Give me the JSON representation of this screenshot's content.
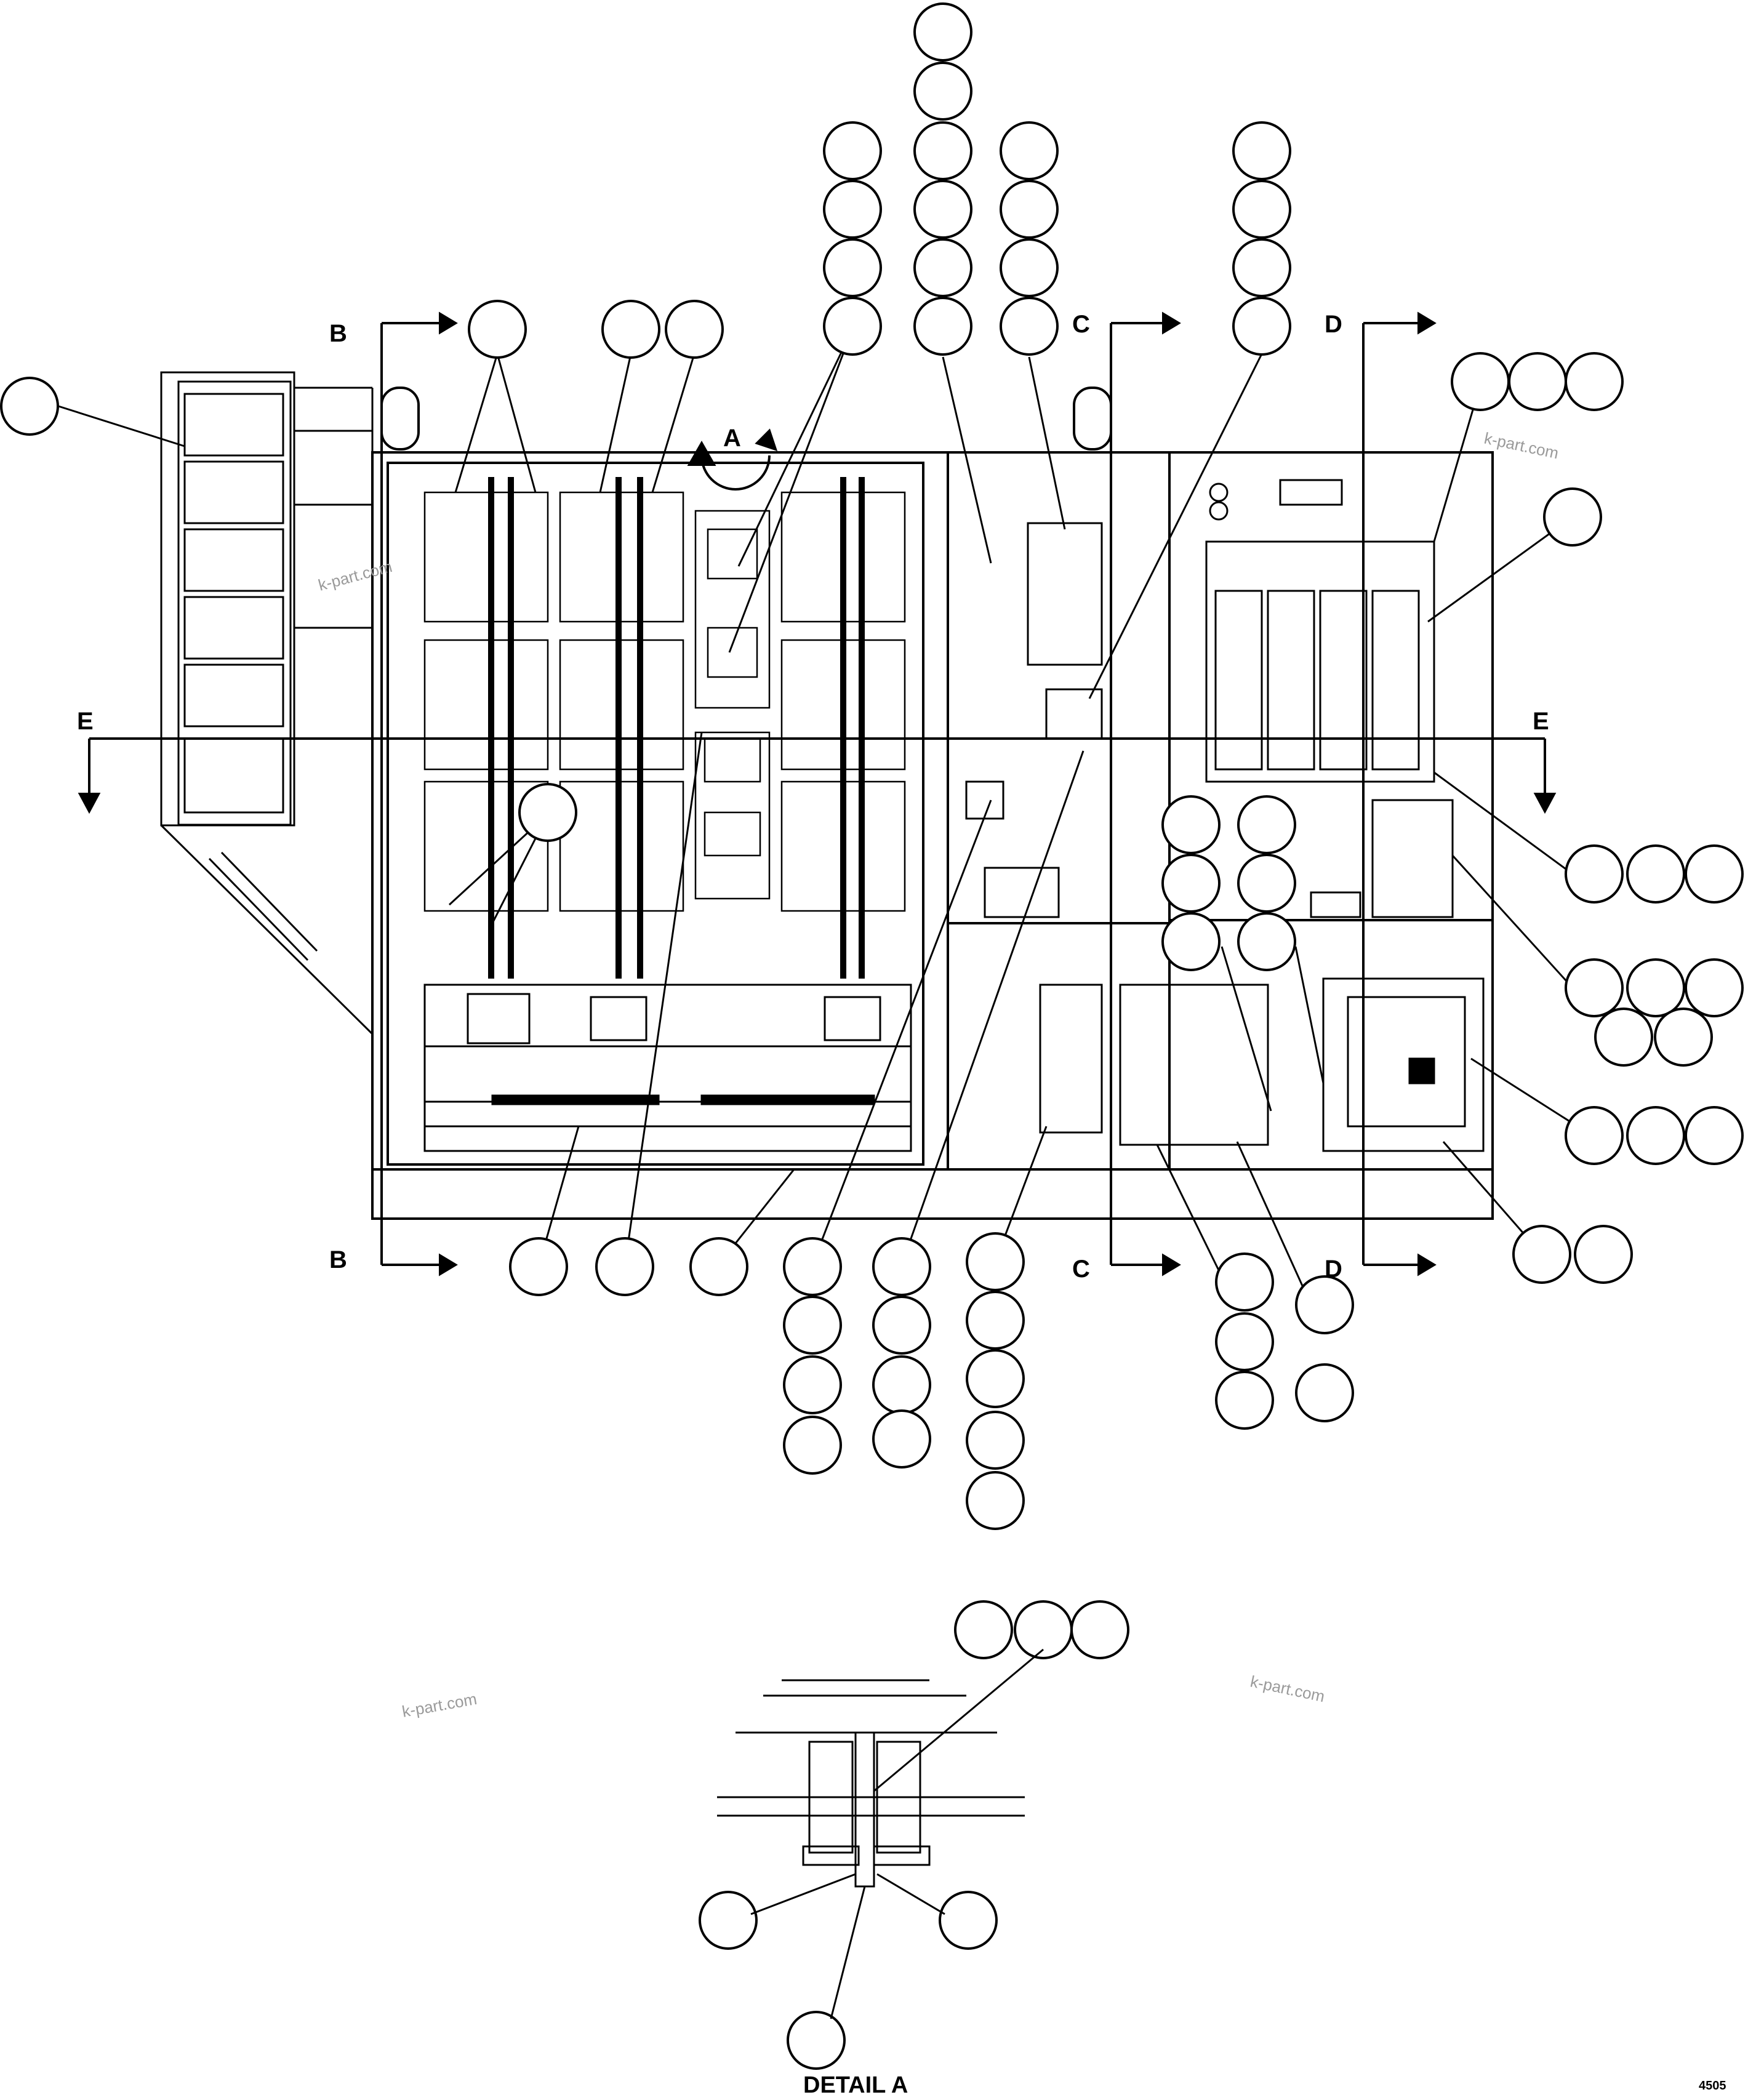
{
  "section_labels": {
    "b_top": "B",
    "b_bottom": "B",
    "c_top": "C",
    "c_bottom": "C",
    "d_top": "D",
    "d_bottom": "D",
    "e_left": "E",
    "e_right": "E",
    "detail_a_mark": "A"
  },
  "detail_label": "DETAIL A",
  "watermarks": [
    "k-part.com",
    "k-part.com",
    "k-part.com",
    "k-part.com"
  ],
  "drawing_code": "4505"
}
